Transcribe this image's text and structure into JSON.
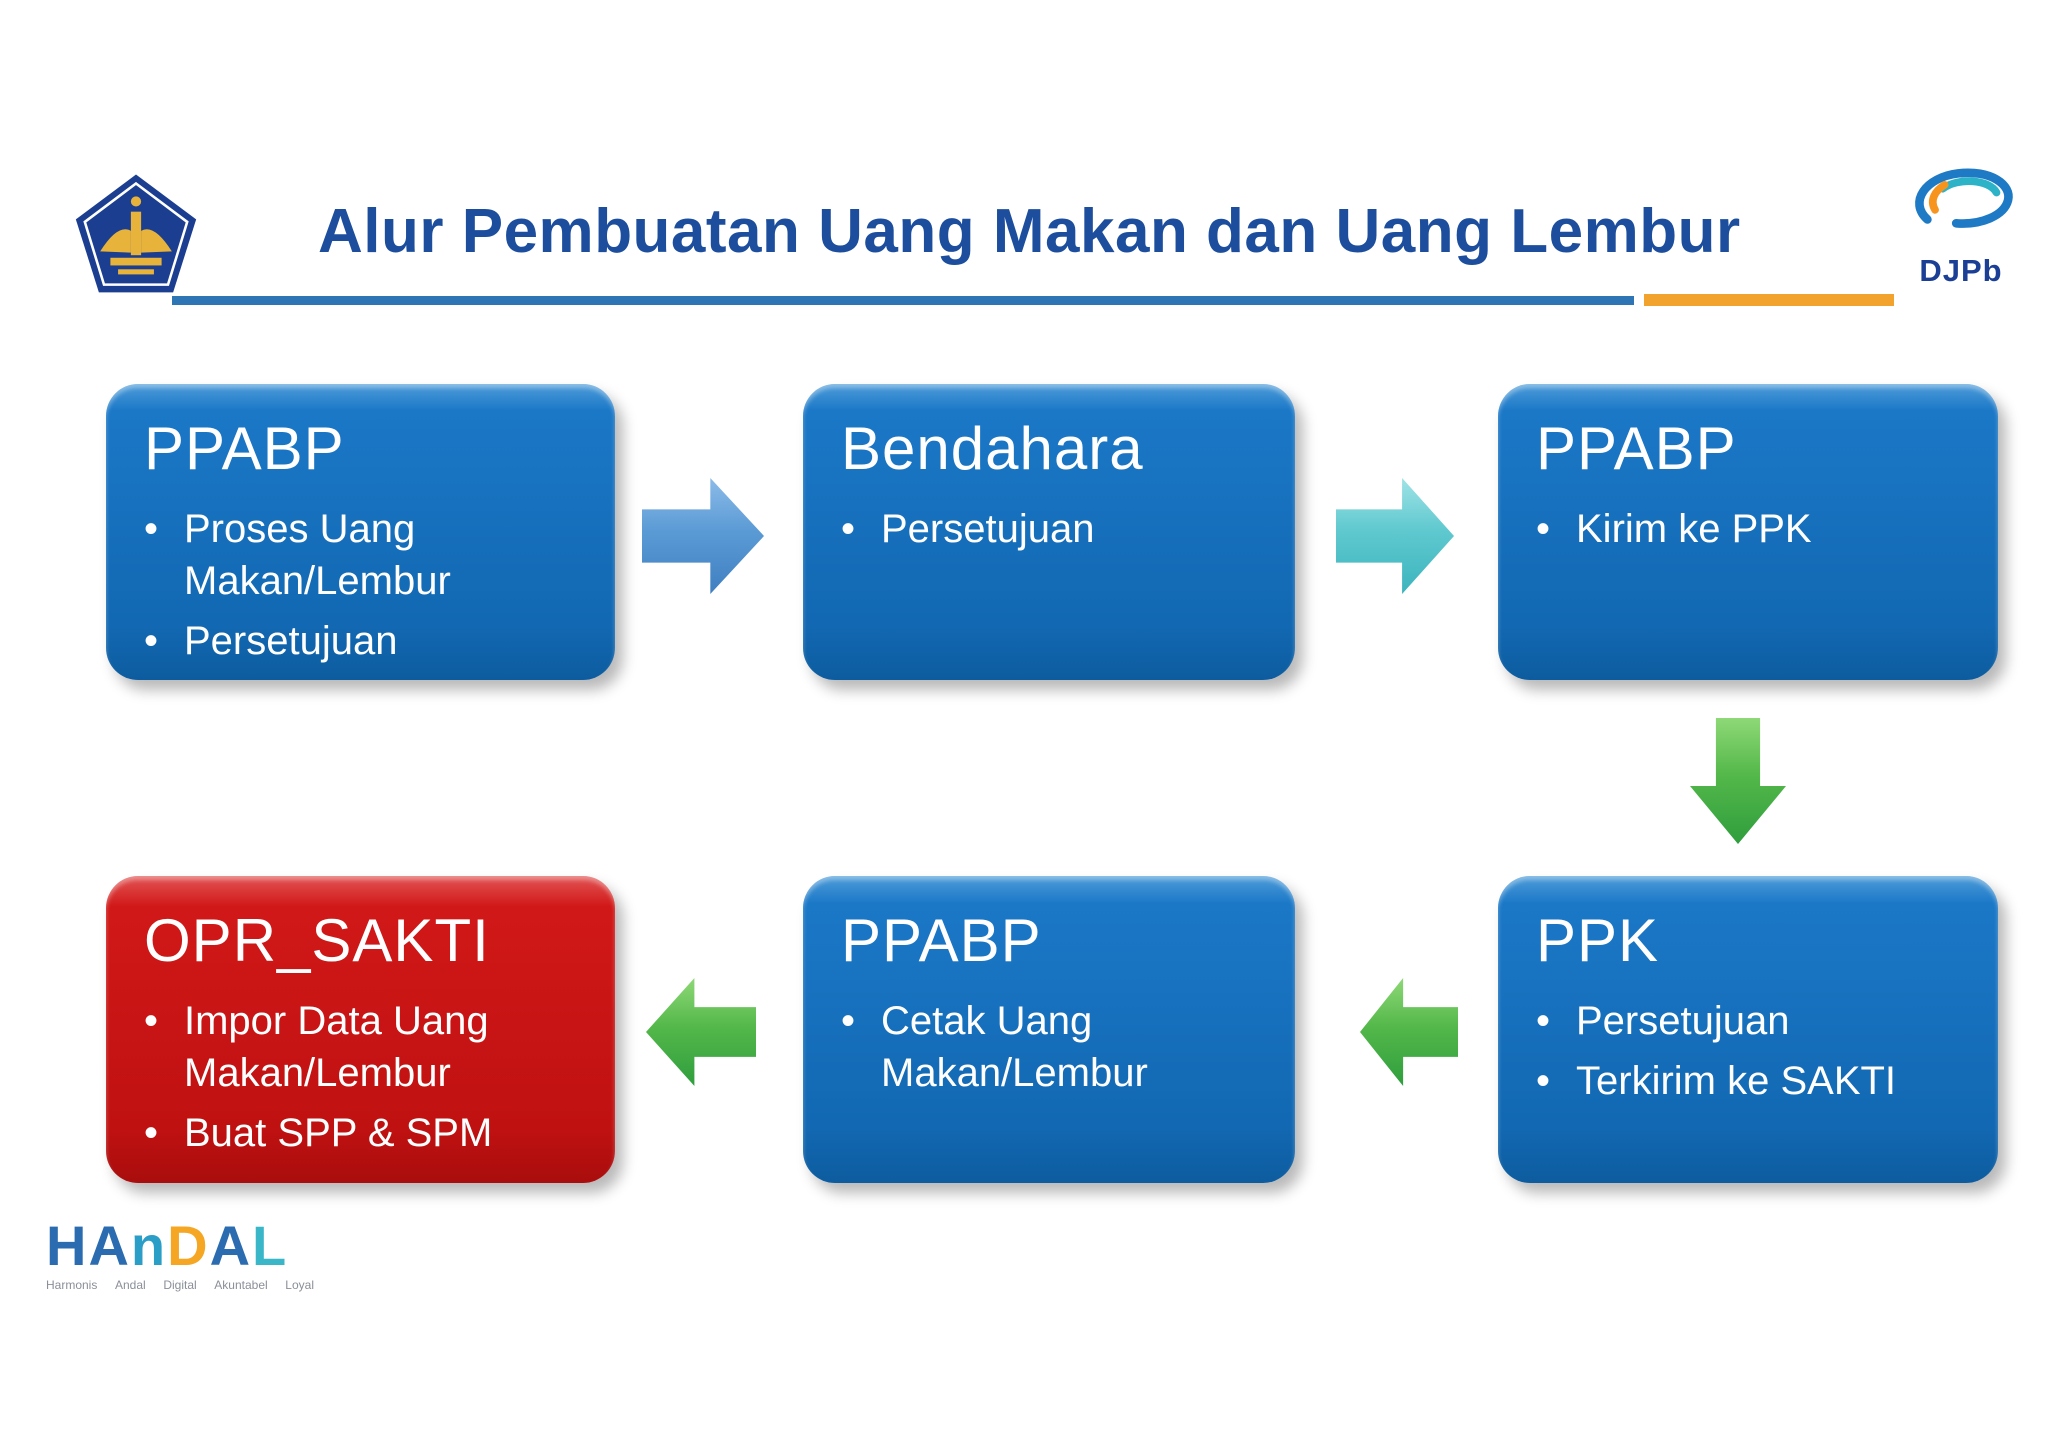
{
  "slide": {
    "title": "Alur Pembuatan Uang Makan dan Uang Lembur"
  },
  "logos": {
    "djpb_text": "DJPb",
    "handal_letters": [
      "H",
      "A",
      "n",
      "D",
      "A",
      "L"
    ],
    "handal_words": [
      "Harmonis",
      "Andal",
      "Digital",
      "Akuntabel",
      "Loyal"
    ]
  },
  "flow": {
    "boxes": [
      {
        "id": "ppabp-1",
        "title": "PPABP",
        "bullets": [
          "Proses Uang Makan/Lembur",
          "Persetujuan"
        ]
      },
      {
        "id": "bendahara",
        "title": "Bendahara",
        "bullets": [
          "Persetujuan"
        ]
      },
      {
        "id": "ppabp-2",
        "title": "PPABP",
        "bullets": [
          "Kirim ke PPK"
        ]
      },
      {
        "id": "ppk",
        "title": "PPK",
        "bullets": [
          "Persetujuan",
          "Terkirim ke SAKTI"
        ]
      },
      {
        "id": "ppabp-3",
        "title": "PPABP",
        "bullets": [
          "Cetak Uang Makan/Lembur"
        ]
      },
      {
        "id": "opr-sakti",
        "title": "OPR_SAKTI",
        "bullets": [
          "Impor Data Uang Makan/Lembur",
          "Buat SPP & SPM"
        ]
      }
    ]
  },
  "colors": {
    "box_blue": "#1472c4",
    "box_red": "#cf1414",
    "title_text": "#1c4e9d",
    "rule_blue": "#2e75b6",
    "rule_yellow": "#f2a32e",
    "arrow_blue": "#5b9bd5",
    "arrow_teal": "#52c5cb",
    "arrow_green": "#4cae4f"
  }
}
